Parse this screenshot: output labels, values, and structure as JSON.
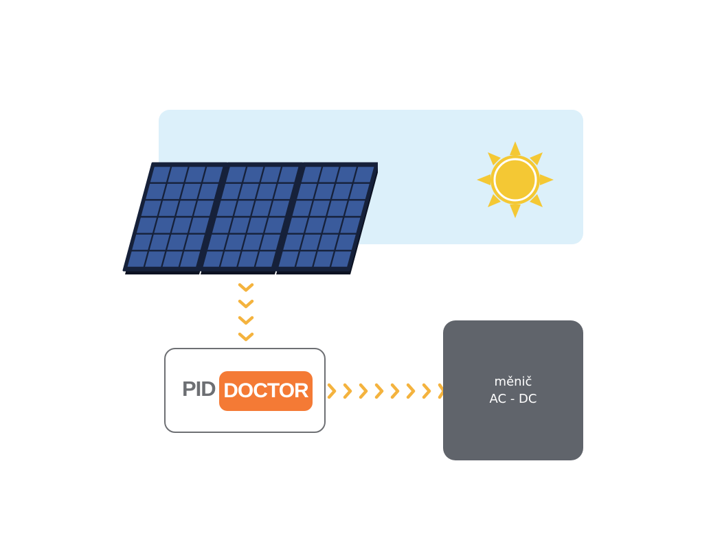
{
  "sun": {
    "icon": "sun-icon",
    "color": "#f4c834",
    "ring_color": "#ffffff"
  },
  "sky": {
    "color": "#dcf0fa"
  },
  "solar_panels": {
    "icon": "solar-panel-icon",
    "frame_color": "#16213a",
    "cell_color": "#3a5b9c",
    "count": 3
  },
  "pid_doctor": {
    "prefix": "PID",
    "name": "DOCTOR",
    "accent_color": "#f47a35",
    "text_color": "#6d6f73"
  },
  "inverter": {
    "line1": "měnič",
    "line2": "AC - DC",
    "color": "#60646b"
  },
  "flow_arrows": {
    "icon": "chevron-icon",
    "color": "#f4b33e"
  }
}
